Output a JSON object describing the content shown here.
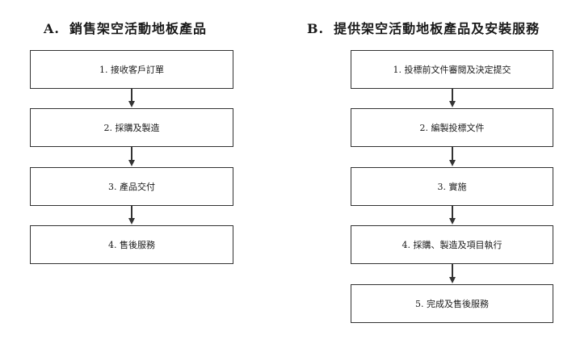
{
  "flow_a": {
    "letter": "A.",
    "title": "銷售架空活動地板產品",
    "steps": [
      "1. 接收客戶訂單",
      "2. 採購及製造",
      "3. 產品交付",
      "4. 售後服務"
    ]
  },
  "flow_b": {
    "letter": "B.",
    "title": "提供架空活動地板產品及安裝服務",
    "steps": [
      "1. 投標前文件審閱及決定提交",
      "2. 編製投標文件",
      "3. 實施",
      "4. 採購、製造及項目執行",
      "5. 完成及售後服務"
    ]
  }
}
